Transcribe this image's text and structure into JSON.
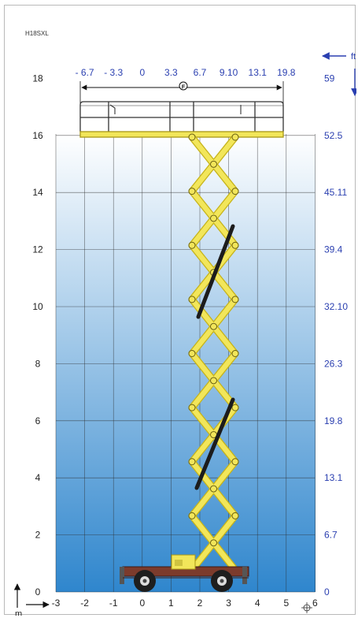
{
  "model": "H18SXL",
  "units": {
    "metric": "m",
    "imperial": "ft"
  },
  "axes": {
    "y_m": [
      "0",
      "2",
      "4",
      "6",
      "8",
      "10",
      "12",
      "14",
      "16",
      "18"
    ],
    "y_ft": [
      "0",
      "6.7",
      "13.1",
      "19.8",
      "26.3",
      "32.10",
      "39.4",
      "45.11",
      "52.5",
      "59"
    ],
    "x_m": [
      "-3",
      "-2",
      "-1",
      "0",
      "1",
      "2",
      "3",
      "4",
      "5",
      "6"
    ],
    "x_ft_top": [
      "- 6.7",
      "- 3.3",
      "0",
      "3.3",
      "6.7",
      "9.10",
      "13.1",
      "19.8"
    ]
  },
  "platform_marker": "F",
  "colors": {
    "grad_top": "#ffffff",
    "grad_bottom": "#2f86cd",
    "grid": "#2b2b2b",
    "ft_text": "#2a3fb0",
    "scissor": "#f2e65a",
    "scissor_edge": "#c6b31a"
  }
}
